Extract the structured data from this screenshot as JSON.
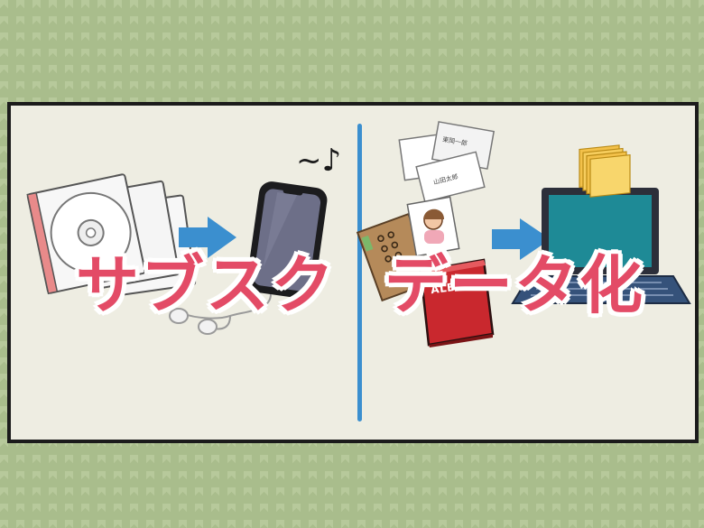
{
  "left_panel": {
    "caption": "サブスク",
    "music_note": "~♪"
  },
  "right_panel": {
    "caption": "データ化",
    "album_label": "ALBUM",
    "card1_name": "東岡一郎",
    "card2_name": "山田太郎"
  },
  "colors": {
    "caption": "#e34b66",
    "arrow": "#3b8fcf",
    "divider": "#3b8fcf",
    "album": "#c9282e",
    "folder": "#f3c14a",
    "laptop_screen": "#1e8a96"
  }
}
